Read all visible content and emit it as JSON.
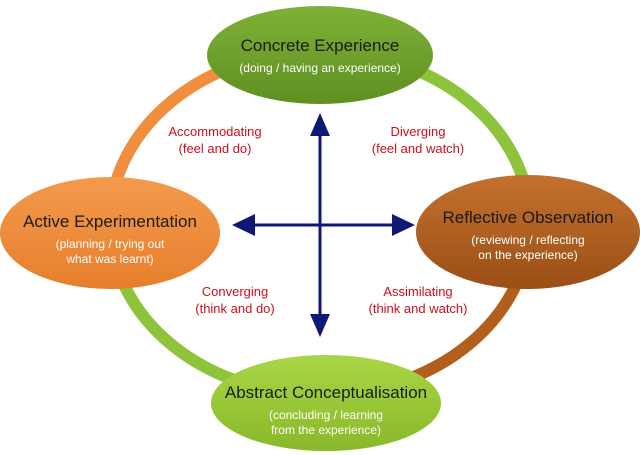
{
  "nodes": {
    "concrete_experience": {
      "title": "Concrete Experience",
      "subtitle": [
        "(doing / having an experience)"
      ],
      "color": "#6b9c2a"
    },
    "reflective_observation": {
      "title": "Reflective Observation",
      "subtitle": [
        "(reviewing / reflecting",
        "on the experience)"
      ],
      "color": "#b25f1e"
    },
    "abstract_conceptualisation": {
      "title": "Abstract Conceptualisation",
      "subtitle": [
        "(concluding / learning",
        "from the experience)"
      ],
      "color": "#9ccb35"
    },
    "active_experimentation": {
      "title": "Active Experimentation",
      "subtitle": [
        "(planning / trying out",
        "what was learnt)"
      ],
      "color": "#f08e3e"
    }
  },
  "learning_styles": {
    "accommodating": [
      "Accommodating",
      "(feel and do)"
    ],
    "diverging": [
      "Diverging",
      "(feel and watch)"
    ],
    "converging": [
      "Converging",
      "(think and do)"
    ],
    "assimilating": [
      "Assimilating",
      "(think and watch)"
    ]
  },
  "colors": {
    "arrow": "#101876",
    "style_text": "#cc0f1b",
    "ring_left": "#f08e3e",
    "ring_right_top": "#8dc43b",
    "ring_right_bottom": "#b25f1e",
    "ring_left_bottom": "#8dc43b"
  }
}
